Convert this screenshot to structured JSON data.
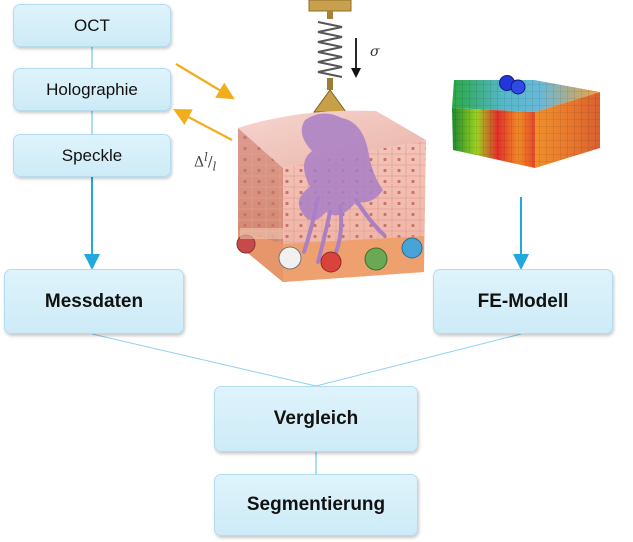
{
  "boxes": {
    "oct": "OCT",
    "holographie": "Holographie",
    "speckle": "Speckle",
    "messdaten": "Messdaten",
    "fe_modell": "FE-Modell",
    "vergleich": "Vergleich",
    "segmentierung": "Segmentierung"
  },
  "symbols": {
    "stress": "σ",
    "strain_delta": "Δ",
    "strain_num": "l",
    "strain_den": "l"
  },
  "colors": {
    "box_fill": "#d9f0fa",
    "arrow_blue": "#1fa9dd",
    "arrow_orange": "#f2ad1a",
    "connector": "#8dd2ee"
  }
}
